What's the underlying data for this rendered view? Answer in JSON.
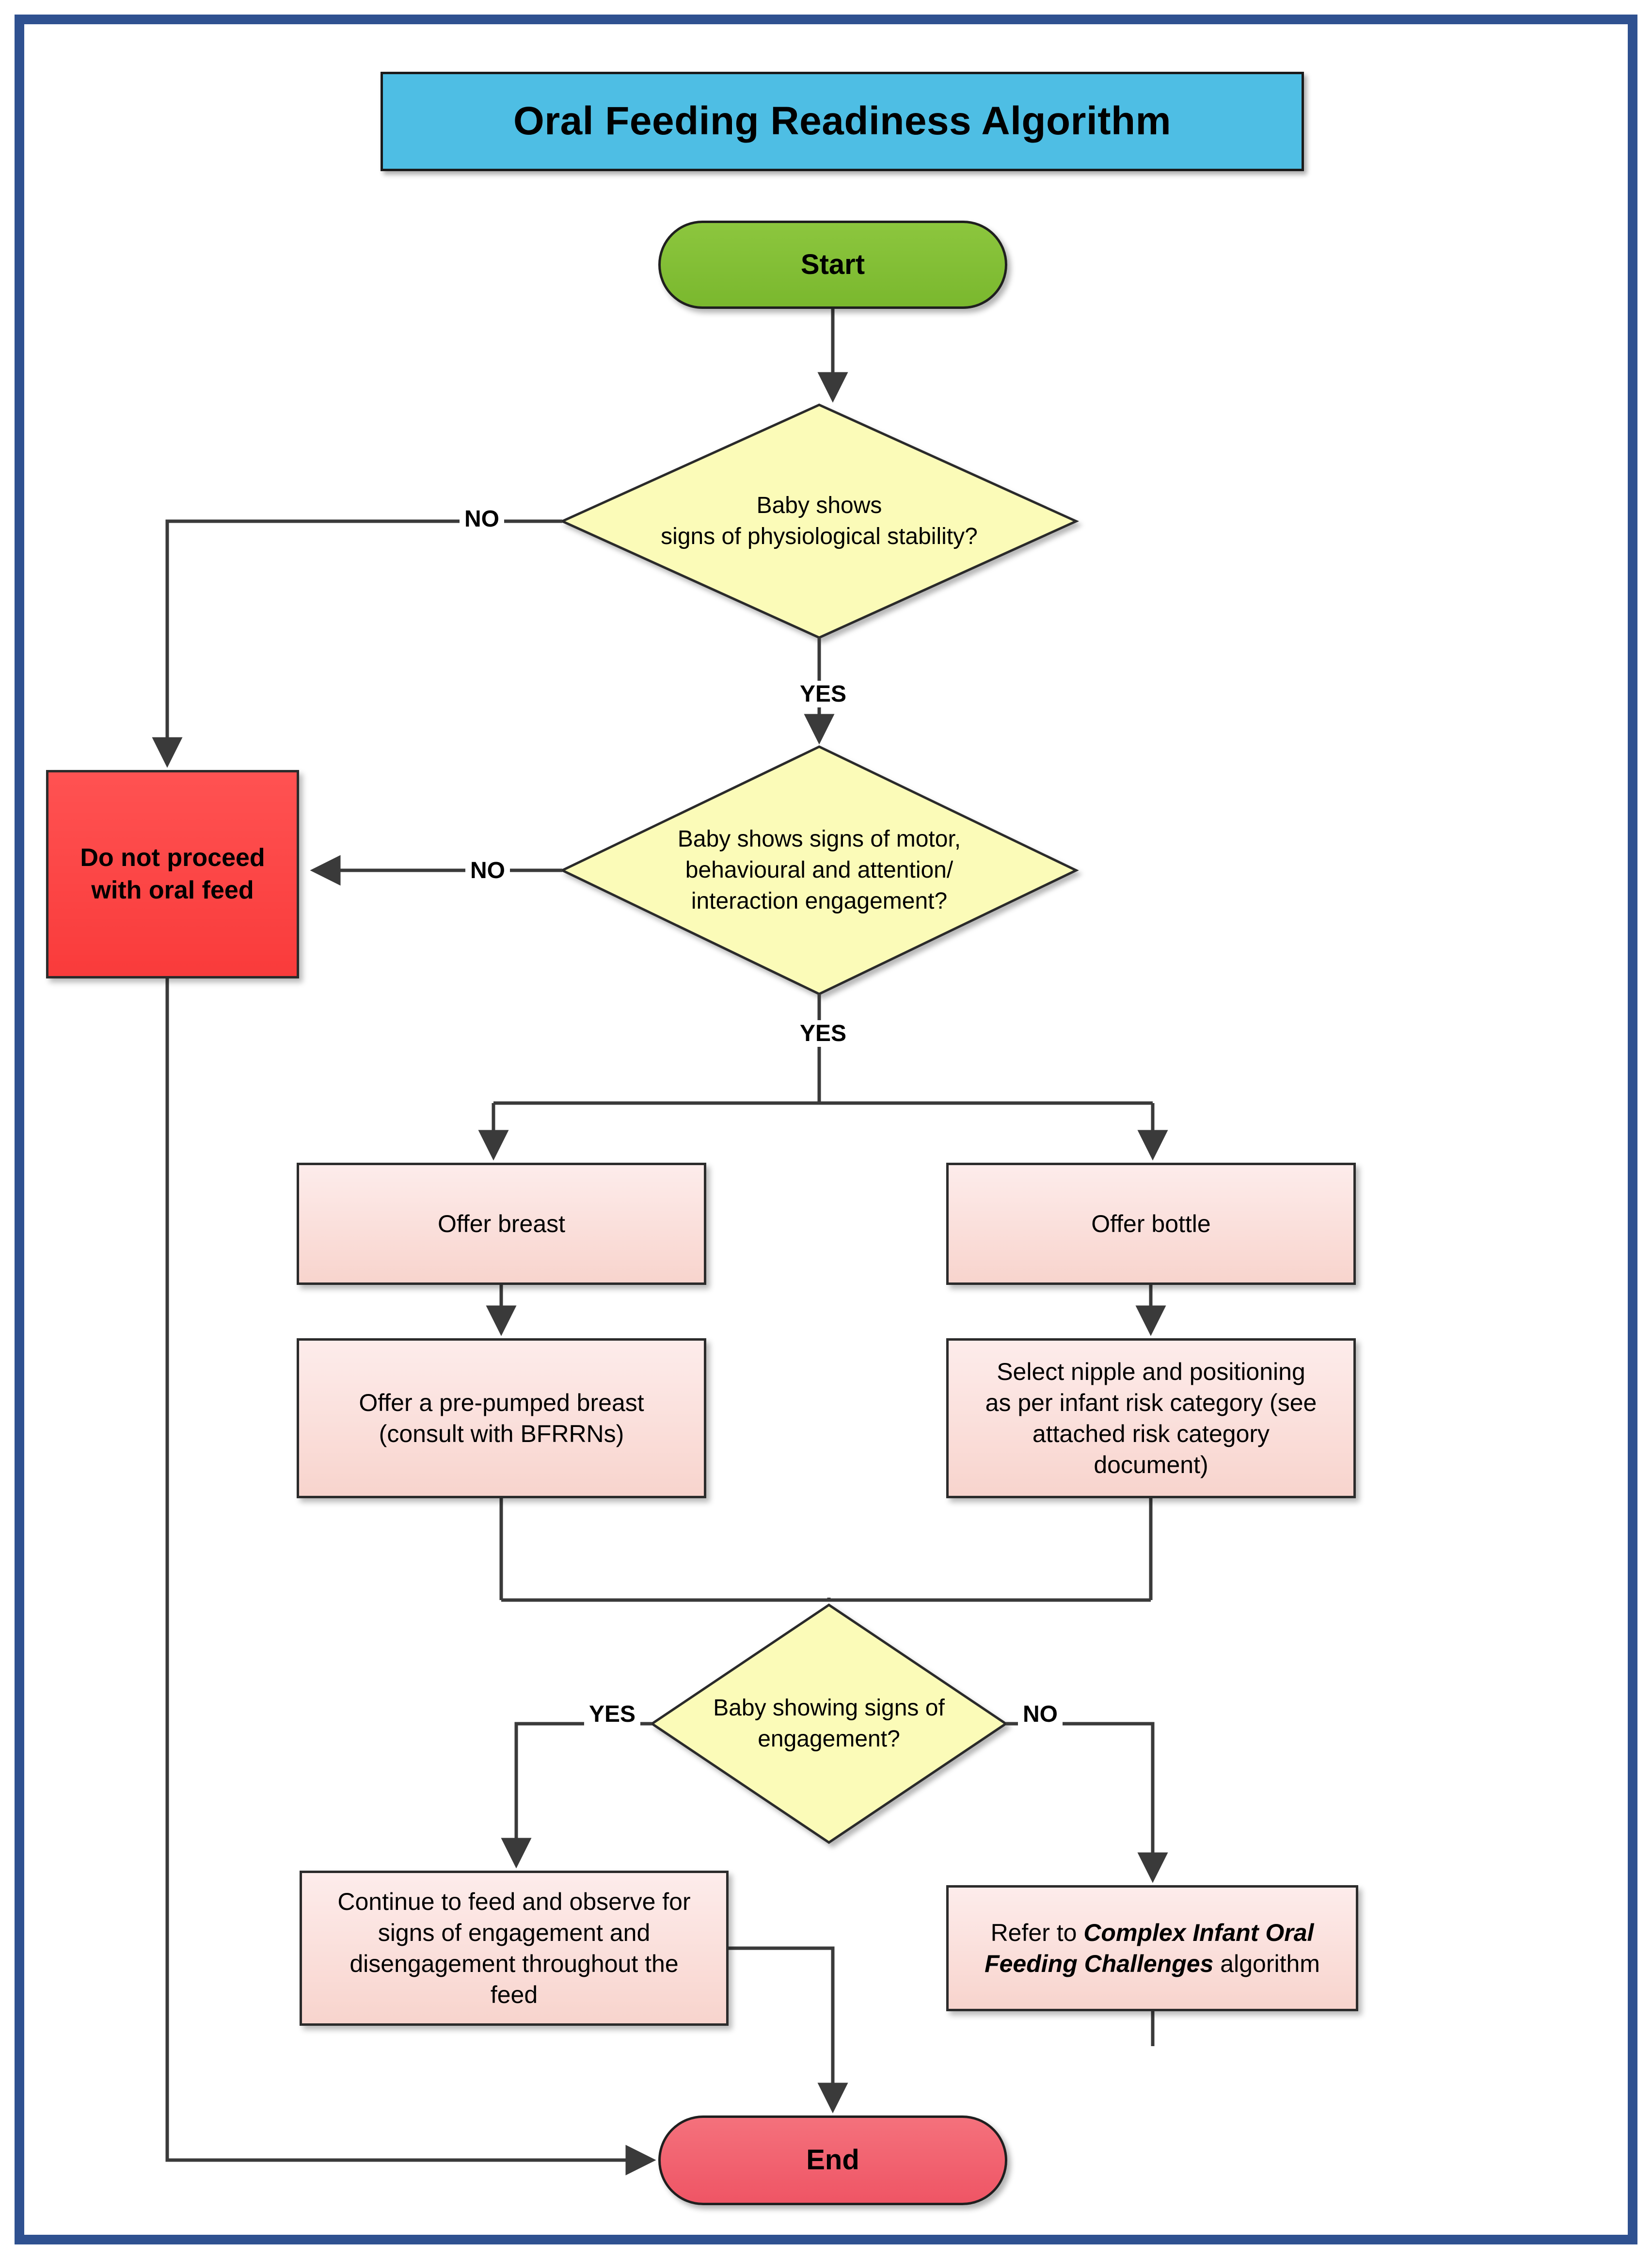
{
  "document": {
    "title": "Oral Feeding Readiness Algorithm",
    "frame_color": "#2f5190",
    "title_bg": "#4ebee4"
  },
  "nodes": {
    "start": {
      "label": "Start",
      "shape": "terminator",
      "color": "#8cc63e"
    },
    "end": {
      "label": "End",
      "shape": "terminator",
      "color": "#f4717c"
    },
    "decision_stability": {
      "line1": "Baby shows",
      "line2": "signs of physiological stability?",
      "shape": "decision",
      "color": "#fbfbb8"
    },
    "decision_engagement": {
      "line1": "Baby shows signs of motor,",
      "line2": "behavioural and attention/",
      "line3": "interaction engagement?",
      "shape": "decision",
      "color": "#fbfbb8"
    },
    "decision_showing_signs": {
      "line1": "Baby showing signs of",
      "line2": "engagement?",
      "shape": "decision",
      "color": "#fbfbb8"
    },
    "do_not_proceed": {
      "line1": "Do not proceed",
      "line2": "with oral feed",
      "shape": "process",
      "color": "#ff5252"
    },
    "offer_breast": {
      "label": "Offer breast",
      "shape": "process",
      "color": "#f8d4cd"
    },
    "offer_bottle": {
      "label": "Offer bottle",
      "shape": "process",
      "color": "#f8d4cd"
    },
    "pre_pumped_breast": {
      "line1": "Offer a pre-pumped breast",
      "line2": "(consult with BFRRNs)",
      "shape": "process",
      "color": "#f8d4cd"
    },
    "select_nipple": {
      "line1": "Select nipple  and positioning",
      "line2": "as per infant risk category (see",
      "line3": "attached risk category",
      "line4": "document)",
      "shape": "process",
      "color": "#f8d4cd"
    },
    "continue_feed": {
      "line1": "Continue to feed and observe for",
      "line2": "signs of engagement and",
      "line3": "disengagement throughout the",
      "line4": "feed",
      "shape": "process",
      "color": "#f8d4cd"
    },
    "refer_complex": {
      "prefix": "Refer to ",
      "emphasis": "Complex Infant Oral Feeding Challenges",
      "suffix": " algorithm",
      "shape": "process",
      "color": "#f8d4cd"
    }
  },
  "edge_labels": {
    "no_stability": "NO",
    "yes_stability": "YES",
    "no_engagement": "NO",
    "yes_engagement": "YES",
    "yes_showing_signs": "YES",
    "no_showing_signs": "NO"
  }
}
